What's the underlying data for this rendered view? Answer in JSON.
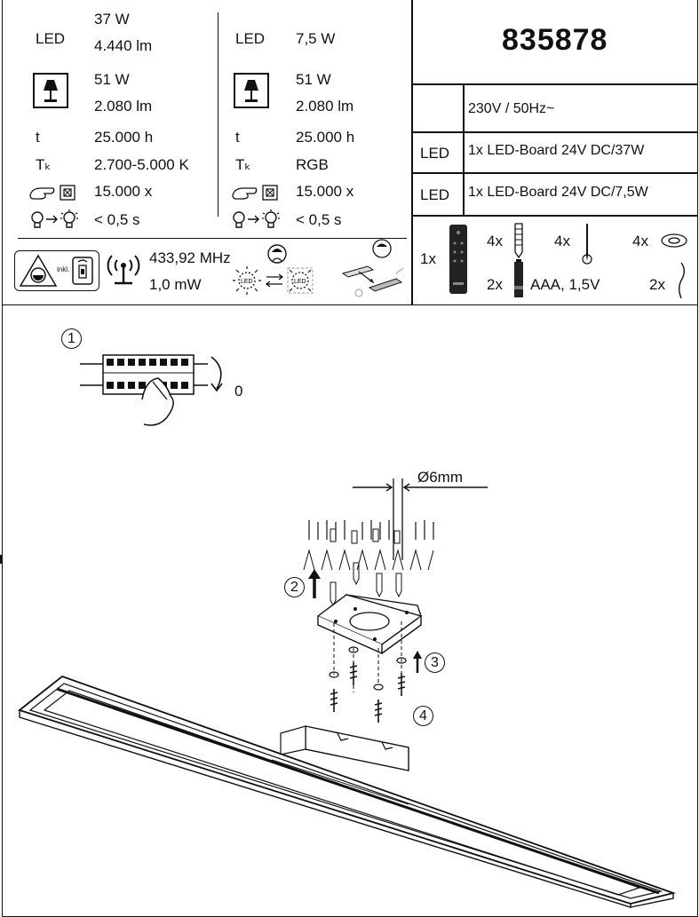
{
  "spec": {
    "left": {
      "led_label": "LED",
      "led_watt": "37 W",
      "led_lumen": "4.440 lm",
      "halogen_watt": "51 W",
      "halogen_lumen": "2.080 lm",
      "life_label": "t",
      "life": "25.000 h",
      "temp_label": "Tₖ",
      "temp": "2.700-5.000 K",
      "switch_cycles": "15.000 x",
      "startup": "< 0,5 s"
    },
    "right": {
      "led_label": "LED",
      "led_watt": "7,5 W",
      "halogen_watt": "51 W",
      "halogen_lumen": "2.080 lm",
      "life_label": "t",
      "life": "25.000 h",
      "temp_label": "Tₖ",
      "temp": "RGB",
      "switch_cycles": "15.000 x",
      "startup": "< 0,5 s"
    },
    "remote": {
      "incl_label": "inkl.",
      "frequency": "433,92 MHz",
      "power": "1,0 mW"
    }
  },
  "product": {
    "article_number": "835878",
    "voltage": "230V / 50Hz~",
    "boards": [
      {
        "label": "LED",
        "text": "1x LED-Board 24V DC/37W"
      },
      {
        "label": "LED",
        "text": "1x LED-Board 24V DC/7,5W"
      }
    ],
    "parts": {
      "remote_qty": "1x",
      "dowels_qty": "4x",
      "screws_qty": "4x",
      "washers_qty": "4x",
      "batteries_qty": "2x",
      "batteries": "AAA, 1,5V",
      "cables_qty": "2x"
    }
  },
  "instructions": {
    "step1": "1",
    "off_symbol": "0",
    "drill": "Ø6mm",
    "step2": "2",
    "step3": "3",
    "step4": "4"
  }
}
